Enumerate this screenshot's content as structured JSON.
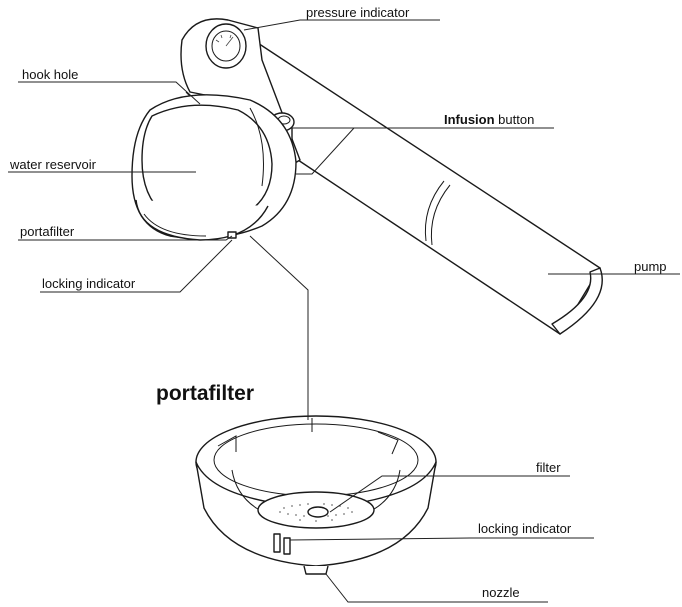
{
  "labels": {
    "pressure_indicator": "pressure indicator",
    "hook_hole": "hook hole",
    "infusion_bold": "Infusion",
    "infusion_rest": "button",
    "water_reservoir": "water reservoir",
    "portafilter": "portafilter",
    "locking_indicator_top": "locking indicator",
    "pump": "pump",
    "filter": "filter",
    "locking_indicator_bottom": "locking indicator",
    "nozzle": "nozzle"
  },
  "heading": "portafilter"
}
